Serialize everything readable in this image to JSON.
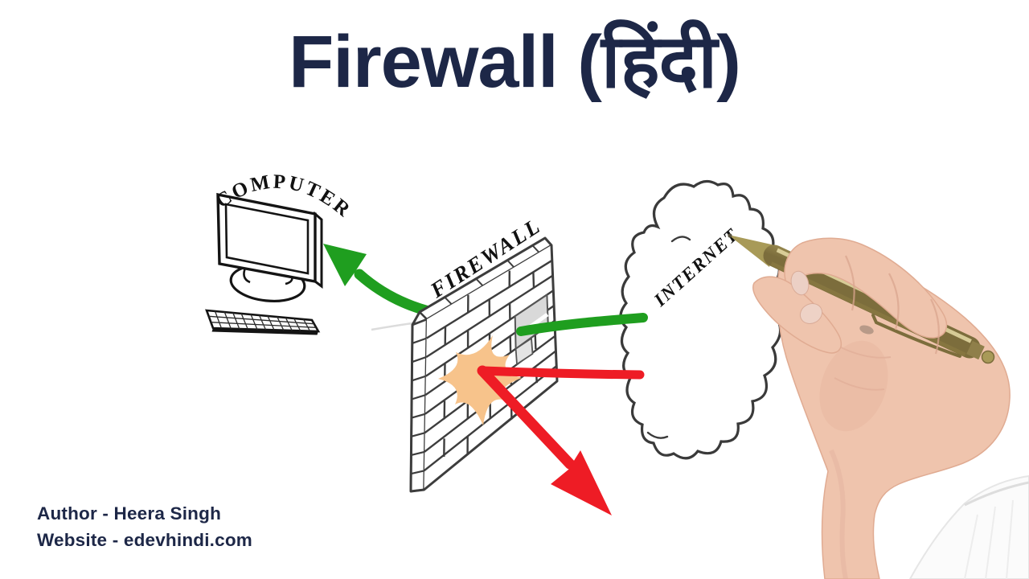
{
  "title": "Firewall (हिंदी)",
  "footer": {
    "author": "Author - Heera Singh",
    "website": "Website - edevhindi.com"
  },
  "diagram": {
    "computer_label": "COMPUTER",
    "firewall_label": "FIREWALL",
    "internet_label": "INTERNET"
  },
  "colors": {
    "title_text": "#1d2747",
    "arrow_allowed_green": "#1f9e1f",
    "arrow_blocked_red": "#ee1c25",
    "impact_burst_orange": "#f7c38b",
    "pen_gold": "#a89a58",
    "hand_skin": "#efc4ad",
    "sleeve_white": "#fbfbfb",
    "sketch_outline": "#3a3a3a"
  }
}
